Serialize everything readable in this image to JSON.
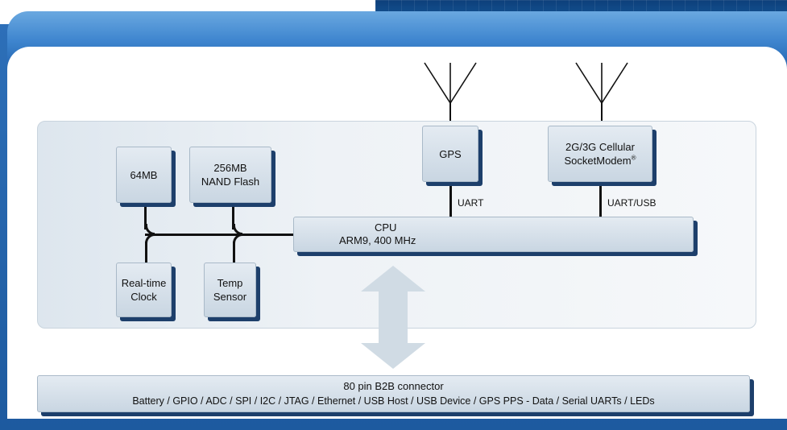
{
  "blocks": {
    "ram": {
      "line1": "64MB"
    },
    "flash": {
      "line1": "256MB",
      "line2": "NAND Flash"
    },
    "rtc": {
      "line1": "Real-time",
      "line2": "Clock"
    },
    "temp": {
      "line1": "Temp",
      "line2": "Sensor"
    },
    "gps": {
      "line1": "GPS"
    },
    "cellular": {
      "line1": "2G/3G Cellular",
      "line2": "SocketModem",
      "mark": "®"
    },
    "cpu": {
      "line1": "CPU",
      "line2": "ARM9, 400 MHz"
    },
    "connector": {
      "line1": "80 pin B2B connector",
      "line2": "Battery / GPIO / ADC / SPI / I2C / JTAG / Ethernet / USB Host / USB Device / GPS PPS - Data / Serial UARTs / LEDs"
    }
  },
  "links": {
    "gps": "UART",
    "cellular": "UART/USB"
  },
  "icons": [
    "antenna-icon",
    "bidirectional-arrow-icon"
  ],
  "colors": {
    "header": "#3f86cf",
    "frame": "#1d5a9f",
    "block_fill": "#d4dee8",
    "block_shadow": "#1d3f6b",
    "arrow": "#d0dbe4"
  }
}
